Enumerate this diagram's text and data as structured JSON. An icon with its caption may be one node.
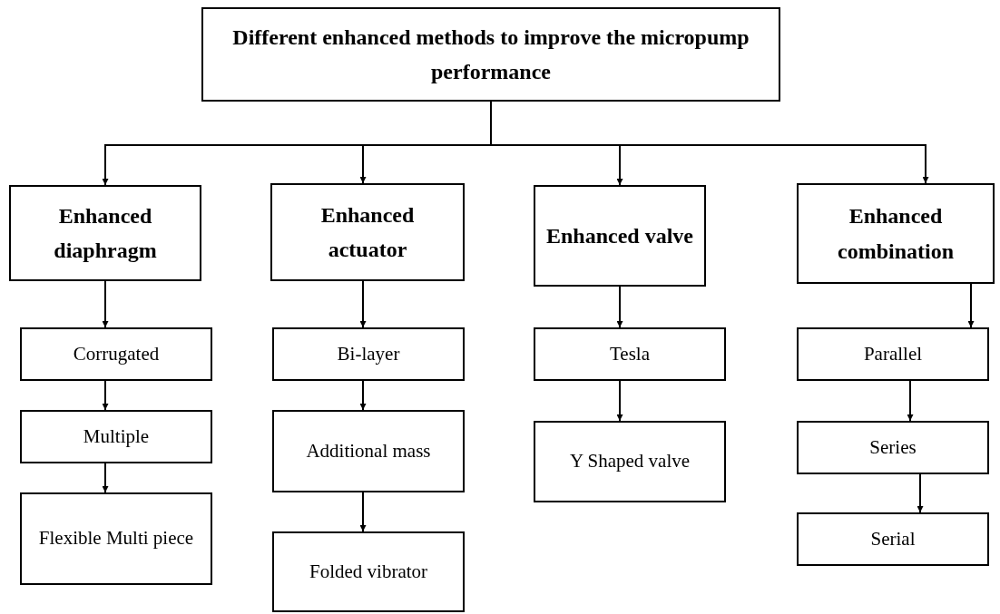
{
  "diagram": {
    "nodes": [
      {
        "text": [
          "Different enhanced methods to improve the micropump performance"
        ]
      },
      {
        "text": [
          "Enhanced diaphragm"
        ]
      },
      {
        "text": [
          "Enhanced actuator"
        ]
      },
      {
        "text": [
          "Enhanced valve"
        ]
      },
      {
        "text": [
          "Enhanced combination"
        ]
      },
      {
        "text": [
          "Corrugated"
        ]
      },
      {
        "text": [
          "Multiple"
        ]
      },
      {
        "text": [
          "Flexible Multi piece"
        ]
      },
      {
        "text": [
          "Bi-layer"
        ]
      },
      {
        "text": [
          "Additional mass"
        ]
      },
      {
        "text": [
          "Folded vibrator"
        ]
      },
      {
        "text": [
          "Tesla"
        ]
      },
      {
        "text": [
          "Y Shaped valve"
        ]
      },
      {
        "text": [
          "Parallel"
        ]
      },
      {
        "text": [
          "Series"
        ]
      },
      {
        "text": [
          "Serial"
        ]
      }
    ],
    "edges": [
      {
        "from": 0,
        "to": 1,
        "arrow": "to"
      },
      {
        "from": 0,
        "to": 2,
        "arrow": "to"
      },
      {
        "from": 0,
        "to": 3,
        "arrow": "to"
      },
      {
        "from": 0,
        "to": 4,
        "arrow": "to"
      },
      {
        "from": 1,
        "to": 5,
        "arrow": "to"
      },
      {
        "from": 5,
        "to": 6,
        "arrow": "to"
      },
      {
        "from": 6,
        "to": 7,
        "arrow": "to"
      },
      {
        "from": 2,
        "to": 8,
        "arrow": "to"
      },
      {
        "from": 8,
        "to": 9,
        "arrow": "to"
      },
      {
        "from": 9,
        "to": 10,
        "arrow": "to"
      },
      {
        "from": 3,
        "to": 11,
        "arrow": "to"
      },
      {
        "from": 11,
        "to": 12,
        "arrow": "to"
      },
      {
        "from": 4,
        "to": 13,
        "arrow": "to"
      },
      {
        "from": 13,
        "to": 14,
        "arrow": "to"
      },
      {
        "from": 14,
        "to": 15,
        "arrow": "to"
      }
    ]
  }
}
